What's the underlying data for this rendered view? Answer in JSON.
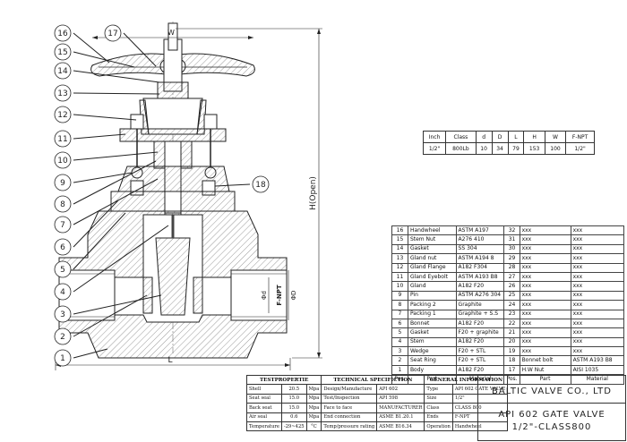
{
  "drawing": {
    "callouts": [
      "16",
      "15",
      "14",
      "13",
      "12",
      "11",
      "10",
      "9",
      "8",
      "7",
      "6",
      "5",
      "4",
      "3",
      "2",
      "1",
      "17",
      "18"
    ],
    "dim_labels": {
      "W": "W",
      "H": "H(Open)",
      "L": "L",
      "d": "Φd",
      "D": "ΦD",
      "fnpt": "F-NPT"
    }
  },
  "dimensions": {
    "headers": [
      "Inch",
      "Class",
      "d",
      "D",
      "L",
      "H",
      "W",
      "F-NPT"
    ],
    "row": [
      "1/2\"",
      "800Lb",
      "10",
      "34",
      "79",
      "153",
      "100",
      "1/2\""
    ]
  },
  "bom": {
    "left": [
      {
        "pos": "16",
        "part": "Handwheel",
        "material": "ASTM A197"
      },
      {
        "pos": "15",
        "part": "Stem Nut",
        "material": "A276 410"
      },
      {
        "pos": "14",
        "part": "Gasket",
        "material": "SS 304"
      },
      {
        "pos": "13",
        "part": "Gland nut",
        "material": "ASTM A194 8"
      },
      {
        "pos": "12",
        "part": "Gland Flange",
        "material": "A182 F304"
      },
      {
        "pos": "11",
        "part": "Gland Eyebolt",
        "material": "ASTM A193 B8"
      },
      {
        "pos": "10",
        "part": "Gland",
        "material": "A182 F20"
      },
      {
        "pos": "9",
        "part": "Pin",
        "material": "ASTM A276 304"
      },
      {
        "pos": "8",
        "part": "Packing 2",
        "material": "Graphite"
      },
      {
        "pos": "7",
        "part": "Packing 1",
        "material": "Graphite + S.S"
      },
      {
        "pos": "6",
        "part": "Bonnet",
        "material": "A182 F20"
      },
      {
        "pos": "5",
        "part": "Gasket",
        "material": "F20 + graphite"
      },
      {
        "pos": "4",
        "part": "Stem",
        "material": "A182 F20"
      },
      {
        "pos": "3",
        "part": "Wedge",
        "material": "F20 + STL"
      },
      {
        "pos": "2",
        "part": "Seat Ring",
        "material": "F20 + STL"
      },
      {
        "pos": "1",
        "part": "Body",
        "material": "A182 F20"
      }
    ],
    "right": [
      {
        "pos": "32",
        "part": "xxx",
        "material": "xxx"
      },
      {
        "pos": "31",
        "part": "xxx",
        "material": "xxx"
      },
      {
        "pos": "30",
        "part": "xxx",
        "material": "xxx"
      },
      {
        "pos": "29",
        "part": "xxx",
        "material": "xxx"
      },
      {
        "pos": "28",
        "part": "xxx",
        "material": "xxx"
      },
      {
        "pos": "27",
        "part": "xxx",
        "material": "xxx"
      },
      {
        "pos": "26",
        "part": "xxx",
        "material": "xxx"
      },
      {
        "pos": "25",
        "part": "xxx",
        "material": "xxx"
      },
      {
        "pos": "24",
        "part": "xxx",
        "material": "xxx"
      },
      {
        "pos": "23",
        "part": "xxx",
        "material": "xxx"
      },
      {
        "pos": "22",
        "part": "xxx",
        "material": "xxx"
      },
      {
        "pos": "21",
        "part": "xxx",
        "material": "xxx"
      },
      {
        "pos": "20",
        "part": "xxx",
        "material": "xxx"
      },
      {
        "pos": "19",
        "part": "xxx",
        "material": "xxx"
      },
      {
        "pos": "18",
        "part": "Bonnet bolt",
        "material": "ASTM A193 B8"
      },
      {
        "pos": "17",
        "part": "H.W Nut",
        "material": "AISI 1035"
      }
    ],
    "headers": {
      "pos": "Pos.",
      "part": "Part",
      "material": "Material"
    }
  },
  "spec": {
    "test_title": "TESTPROPERTIE",
    "tech_title": "TECHNICAL SPECIFICTION",
    "gen_title": "GENERAL INFORMATION",
    "rows": [
      {
        "t1": "Shell",
        "t2": "20.5",
        "t3": "Mpa",
        "s1": "Design/Manufacture",
        "s2": "API 602",
        "g1": "Type",
        "g2": "API 602 GATE VALVE"
      },
      {
        "t1": "Seat seal",
        "t2": "15.0",
        "t3": "Mpa",
        "s1": "Test/Inspection",
        "s2": "API 598",
        "g1": "Size",
        "g2": "1/2\""
      },
      {
        "t1": "Back seat",
        "t2": "15.0",
        "t3": "Mpa",
        "s1": "Face to face",
        "s2": "MANUFACTURER",
        "g1": "Class",
        "g2": "CLASS 800"
      },
      {
        "t1": "Air seal",
        "t2": "0.6",
        "t3": "Mpa",
        "s1": "End connection",
        "s2": "ASME B1.20.1",
        "g1": "Ends",
        "g2": "F-NPT"
      },
      {
        "t1": "Temperature",
        "t2": "-29~425",
        "t3": "°C",
        "s1": "Temp/pressure rating",
        "s2": "ASME B16.34",
        "g1": "Operation",
        "g2": "Handwheel"
      }
    ]
  },
  "title_block": {
    "company": "BALTIC VALVE CO., LTD",
    "title": "API 602 GATE VALVE",
    "subtitle": "1/2\"-CLASS800"
  }
}
